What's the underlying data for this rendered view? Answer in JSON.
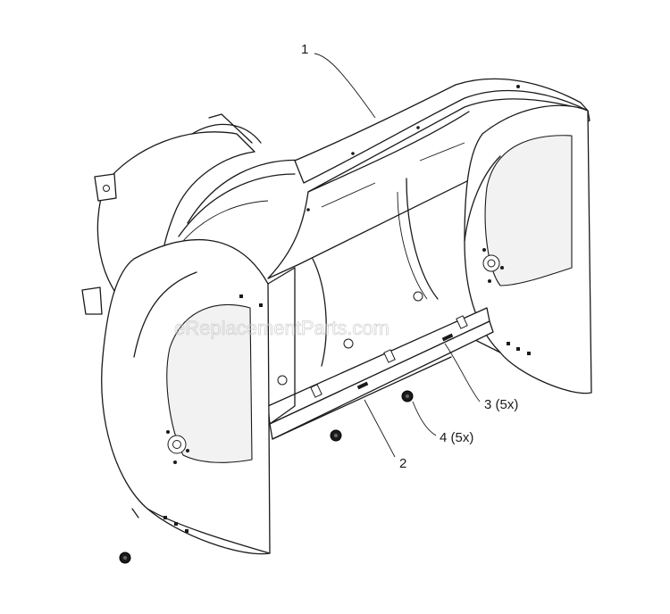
{
  "callouts": [
    {
      "id": "1",
      "label": "1"
    },
    {
      "id": "2",
      "label": "2"
    },
    {
      "id": "3",
      "label": "3 (5x)"
    },
    {
      "id": "4",
      "label": "4 (5x)"
    }
  ],
  "watermark": "eReplacementParts.com",
  "colors": {
    "line": "#1a1a1a",
    "nut": "#1b1b1b",
    "watermark": "#c8c8c8"
  }
}
